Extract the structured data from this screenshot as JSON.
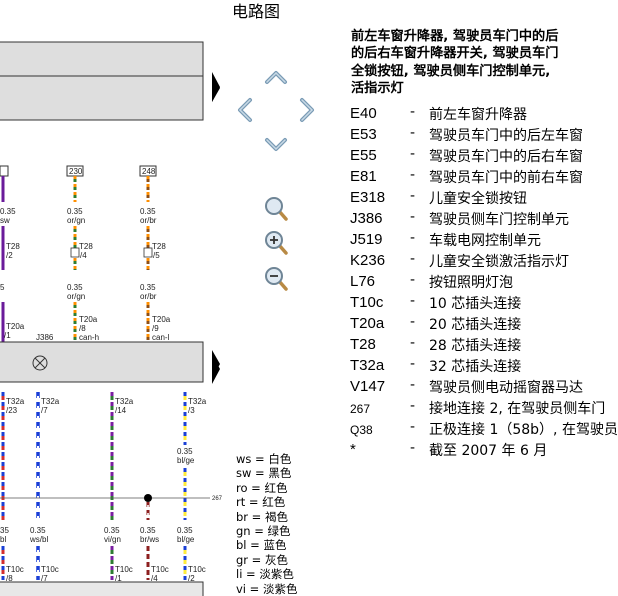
{
  "title": "电路图",
  "heading": [
    "前左车窗升降器, 驾驶员车门中的后",
    "的后右车窗升降器开关, 驾驶员车门",
    "全锁按钮, 驾驶员侧车门控制单元,",
    "活指示灯"
  ],
  "parts": [
    {
      "code": "E40",
      "desc": "前左车窗升降器"
    },
    {
      "code": "E53",
      "desc": "驾驶员车门中的后左车窗"
    },
    {
      "code": "E55",
      "desc": "驾驶员车门中的后右车窗"
    },
    {
      "code": "E81",
      "desc": "驾驶员车门中的前右车窗"
    },
    {
      "code": "E318",
      "desc": "儿童安全锁按钮"
    },
    {
      "code": "J386",
      "desc": "驾驶员侧车门控制单元"
    },
    {
      "code": "J519",
      "desc": "车载电网控制单元"
    },
    {
      "code": "K236",
      "desc": "儿童安全锁激活指示灯"
    },
    {
      "code": "L76",
      "desc": "按钮照明灯泡"
    },
    {
      "code": "T10c",
      "desc": "10 芯插头连接"
    },
    {
      "code": "T20a",
      "desc": "20 芯插头连接"
    },
    {
      "code": "T28",
      "desc": "28 芯插头连接"
    },
    {
      "code": "T32a",
      "desc": "32 芯插头连接"
    },
    {
      "code": "V147",
      "desc": "驾驶员侧电动摇窗器马达"
    },
    {
      "code": "267",
      "desc": "接地连接 2, 在驾驶员侧车门"
    },
    {
      "code": "Q38",
      "desc": "正极连接 1（58b）, 在驾驶员"
    },
    {
      "code": "*",
      "desc": "截至 2007 年 6 月"
    }
  ],
  "dash": "-",
  "color_legend": [
    {
      "code": "ws",
      "name": "白色"
    },
    {
      "code": "sw",
      "name": "黑色"
    },
    {
      "code": "ro",
      "name": "红色"
    },
    {
      "code": "rt",
      "name": "红色"
    },
    {
      "code": "br",
      "name": "褐色"
    },
    {
      "code": "gn",
      "name": "绿色"
    },
    {
      "code": "bl",
      "name": "蓝色"
    },
    {
      "code": "gr",
      "name": "灰色"
    },
    {
      "code": "li",
      "name": "淡紫色"
    },
    {
      "code": "vi",
      "name": "淡紫色"
    }
  ],
  "diagram": {
    "components": {
      "j386": "J386"
    },
    "top_pins": [
      "230",
      "248"
    ],
    "upper_labels": {
      "w1_size": "0.35",
      "w1_color": "sw",
      "w2_size": "0.35",
      "w2_color": "or/gn",
      "w3_size": "0.35",
      "w3_color": "or/br",
      "t28_a": "T28",
      "t28_a_pin": "/2",
      "t28_b": "T28",
      "t28_b_pin": "/4",
      "t28_c": "T28",
      "t28_c_pin": "/5",
      "w4_size": "0.35",
      "w4_color": "or/gn",
      "w5_size": "0.35",
      "w5_color": "or/br",
      "w0_size": "5",
      "w0_color": "5",
      "t20a_1": "T20a",
      "t20a_1_pin": "/1",
      "t20a_2": "T20a",
      "t20a_2_pin": "/8",
      "t20a_2_sig": "can-h",
      "t20a_3": "T20a",
      "t20a_3_pin": "/9",
      "t20a_3_sig": "can-l"
    },
    "lower_labels": {
      "t32a_1": "T32a",
      "t32a_1_pin": "/23",
      "t32a_2": "T32a",
      "t32a_2_pin": "/7",
      "t32a_3": "T32a",
      "t32a_3_pin": "/14",
      "t32a_4": "T32a",
      "t32a_4_pin": "/3",
      "w6_size": "0.35",
      "w6_color": "bl/gе",
      "ground_ref": "267",
      "b1_size": "35",
      "b1_color": "bl",
      "b2_size": "0.35",
      "b2_color": "ws/bl",
      "b3_size": "0.35",
      "b3_color": "vi/gn",
      "b4_size": "0.35",
      "b4_color": "br/ws",
      "b5_size": "0.35",
      "b5_color": "bl/ge",
      "t10c_1": "T10c",
      "t10c_1_pin": "/8",
      "t10c_2": "T10c",
      "t10c_2_pin": "/7",
      "t10c_3": "T10c",
      "t10c_3_pin": "/1",
      "t10c_4": "T10c",
      "t10c_4_pin": "/4",
      "t10c_5": "T10c",
      "t10c_5_pin": "/2"
    }
  }
}
